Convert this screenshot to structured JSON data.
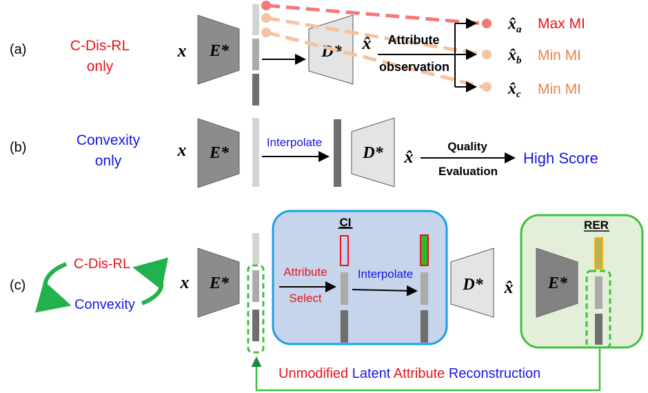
{
  "colors": {
    "red": "#e8131b",
    "blue": "#1515e6",
    "orange": "#e8834a",
    "pink": "#f57878",
    "peach": "#f5c3a0",
    "green": "#22b14c",
    "darkgreen": "#1a8a3a",
    "encoder": "#8c8c8c",
    "decoder": "#e4e4e4",
    "ci_bg": "#c6d4ec",
    "ci_border": "#18a2e0",
    "rer_bg": "#e3efd8",
    "rer_border": "#3cc23c"
  },
  "row_a": {
    "label": "(a)",
    "method_line1": "C-Dis-RL",
    "method_line2": "only",
    "input": "x",
    "encoder": "E*",
    "decoder": "D*",
    "output": "x̂",
    "eval_line1": "Attribute",
    "eval_line2": "observation",
    "outputs": [
      {
        "sym": "x̂",
        "sub": "a",
        "text": "Max MI"
      },
      {
        "sym": "x̂",
        "sub": "b",
        "text": "Min MI"
      },
      {
        "sym": "x̂",
        "sub": "c",
        "text": "Min MI"
      }
    ]
  },
  "row_b": {
    "label": "(b)",
    "method_line1": "Convexity",
    "method_line2": "only",
    "input": "x",
    "encoder": "E*",
    "op": "Interpolate",
    "decoder": "D*",
    "output": "x̂",
    "eval_line1": "Quality",
    "eval_line2": "Evaluation",
    "result": "High Score"
  },
  "row_c": {
    "label": "(c)",
    "cycle_top": "C-Dis-RL",
    "cycle_bottom": "Convexity",
    "input": "x",
    "encoder": "E*",
    "ci_title": "CI",
    "select_line1": "Attribute",
    "select_line2": "Select",
    "op": "Interpolate",
    "decoder": "D*",
    "output": "x̂",
    "rer_title": "RER",
    "rer_encoder": "E*",
    "bottom_words": [
      {
        "text": "Unmodified",
        "color": "red"
      },
      {
        "text": "Latent",
        "color": "blue"
      },
      {
        "text": "Attribute",
        "color": "red"
      },
      {
        "text": "Reconstruction",
        "color": "blue"
      }
    ]
  }
}
